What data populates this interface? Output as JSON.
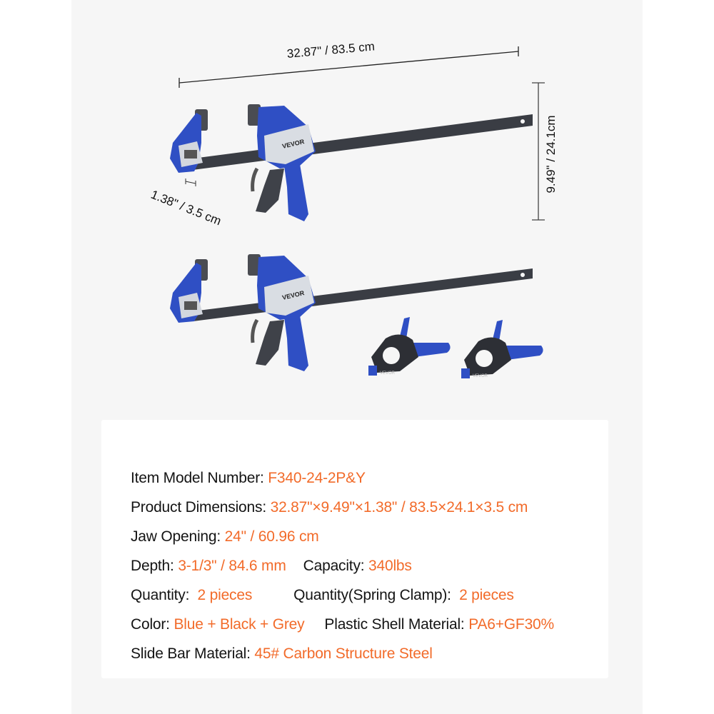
{
  "colors": {
    "panel_bg": "#f6f6f6",
    "card_bg": "#ffffff",
    "accent_orange": "#f26b2a",
    "clamp_blue": "#2f4fc4",
    "bar_dark": "#3a3d44",
    "plate_grey": "#d9dde3"
  },
  "dimensions": {
    "length": "32.87\" / 83.5 cm",
    "height": "9.49\" / 24.1cm",
    "depth": "1.38\" / 3.5 cm"
  },
  "products": {
    "bar_clamp_logo": "VEVOR",
    "spring_clamp_logo": "VEVOR",
    "bar_clamp_count": 2,
    "spring_clamp_count": 2
  },
  "specs": [
    [
      {
        "label": "Item Model Number: ",
        "value": "F340-24-2P&Y"
      }
    ],
    [
      {
        "label": "Product Dimensions: ",
        "value": "32.87\"×9.49\"×1.38\" / 83.5×24.1×3.5 cm"
      }
    ],
    [
      {
        "label": "Jaw Opening: ",
        "value": "24\" / 60.96 cm"
      }
    ],
    [
      {
        "label": "Depth: ",
        "value": "3-1/3\" / 84.6 mm"
      },
      {
        "label": "Capacity: ",
        "value": "340lbs"
      }
    ],
    [
      {
        "label": "Quantity:  ",
        "value": "2 pieces"
      },
      {
        "label": "Quantity(Spring Clamp):  ",
        "value": "2 pieces"
      }
    ],
    [
      {
        "label": "Color: ",
        "value": "Blue + Black + Grey"
      },
      {
        "label": "Plastic Shell Material: ",
        "value": "PA6+GF30%"
      }
    ],
    [
      {
        "label": "Slide Bar Material: ",
        "value": "45# Carbon Structure Steel"
      }
    ]
  ]
}
